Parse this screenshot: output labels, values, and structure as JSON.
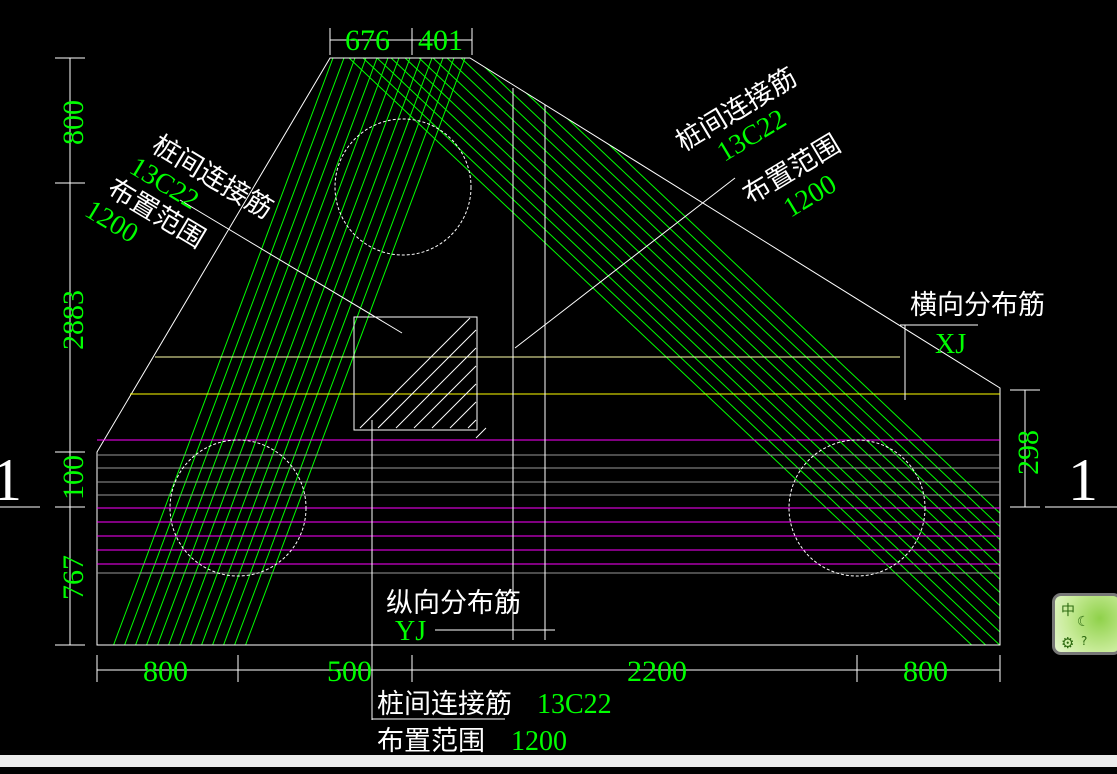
{
  "dims": {
    "top_a": "676",
    "top_b": "401",
    "left_800": "800",
    "left_2883": "2883",
    "left_100": "100",
    "left_767": "767",
    "right_298": "298",
    "bot_800a": "800",
    "bot_500": "500",
    "bot_2200": "2200",
    "bot_800b": "800"
  },
  "section_mark": "1",
  "labels": {
    "left_conn": "桩间连接筋",
    "left_conn_val": "13C22",
    "left_range": "布置范围",
    "left_range_val": "1200",
    "right_conn": "桩间连接筋",
    "right_conn_val": "13C22",
    "right_range": "布置范围",
    "right_range_val": "1200",
    "horiz_dist": "横向分布筋",
    "horiz_code": "XJ",
    "vert_dist": "纵向分布筋",
    "vert_code": "YJ",
    "bot_conn": "桩间连接筋",
    "bot_conn_val": "13C22",
    "bot_range": "布置范围",
    "bot_range_val": "1200"
  },
  "ime": {
    "lang": "中"
  },
  "colors": {
    "rebar": "#00ff00",
    "magenta": "#ff00ff",
    "yellow": "#ffff00"
  }
}
